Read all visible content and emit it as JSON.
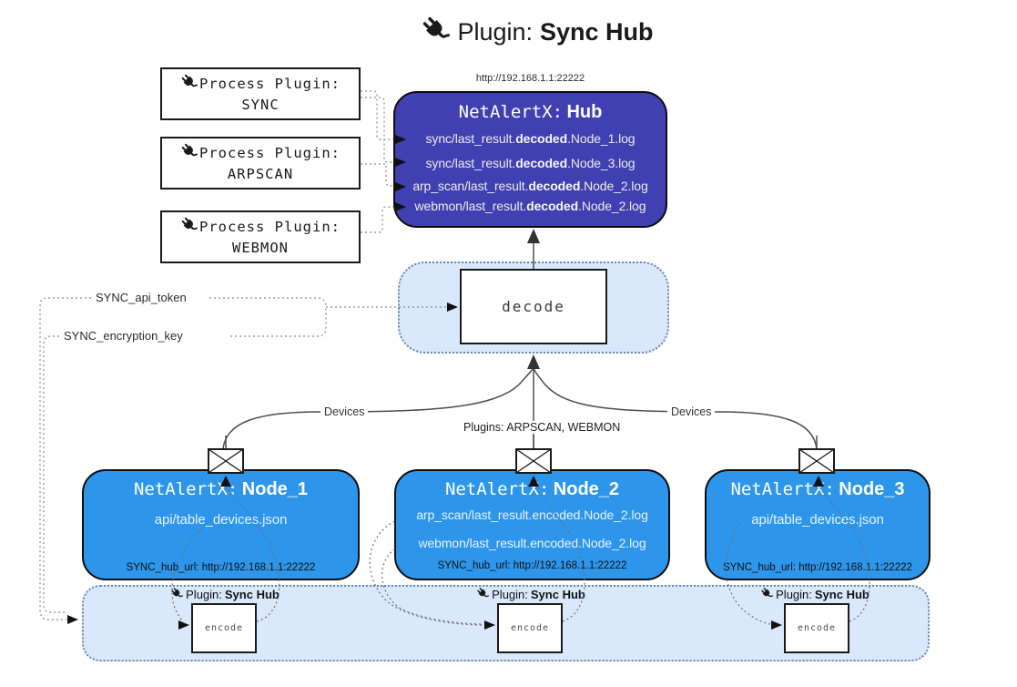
{
  "title": {
    "prefix": "Plugin:",
    "name": "Sync Hub"
  },
  "hub": {
    "url": "http://192.168.1.1:22222",
    "prefix": "NetAlertX:",
    "name": "Hub",
    "lines": [
      {
        "pre": "sync/last_result.",
        "bold": "decoded",
        "post": ".Node_1.log"
      },
      {
        "pre": "sync/last_result.",
        "bold": "decoded",
        "post": ".Node_3.log"
      },
      {
        "pre": "arp_scan/last_result.",
        "bold": "decoded",
        "post": ".Node_2.log"
      },
      {
        "pre": "webmon/last_result.",
        "bold": "decoded",
        "post": ".Node_2.log"
      }
    ]
  },
  "process_plugins": [
    {
      "label": "Process Plugin:",
      "name": "SYNC"
    },
    {
      "label": "Process Plugin:",
      "name": "ARPSCAN"
    },
    {
      "label": "Process Plugin:",
      "name": "WEBMON"
    }
  ],
  "settings": {
    "api_token": "SYNC_api_token",
    "encryption_key": "SYNC_encryption_key"
  },
  "decode": {
    "label": "decode"
  },
  "edges": {
    "devices_left": "Devices",
    "devices_right": "Devices",
    "plugins_mid": "Plugins: ARPSCAN, WEBMON"
  },
  "nodes": [
    {
      "prefix": "NetAlertX:",
      "name": "Node_1",
      "lines": [
        "api/table_devices.json"
      ],
      "hub_url": "SYNC_hub_url: http://192.168.1.1:22222"
    },
    {
      "prefix": "NetAlertX:",
      "name": "Node_2",
      "lines": [
        "arp_scan/last_result.encoded.Node_2.log",
        "webmon/last_result.encoded.Node_2.log"
      ],
      "hub_url": "SYNC_hub_url: http://192.168.1.1:22222"
    },
    {
      "prefix": "NetAlertX:",
      "name": "Node_3",
      "lines": [
        "api/table_devices.json"
      ],
      "hub_url": "SYNC_hub_url: http://192.168.1.1:22222"
    }
  ],
  "sync_plugin_badge": {
    "label": "Plugin:",
    "name": "Sync Hub",
    "encode": "encode"
  },
  "colors": {
    "hub_fill": "#4040B2",
    "node_fill": "#2D96EB",
    "panel_fill": "#DAE8FC",
    "panel_border": "#6E87AB"
  }
}
